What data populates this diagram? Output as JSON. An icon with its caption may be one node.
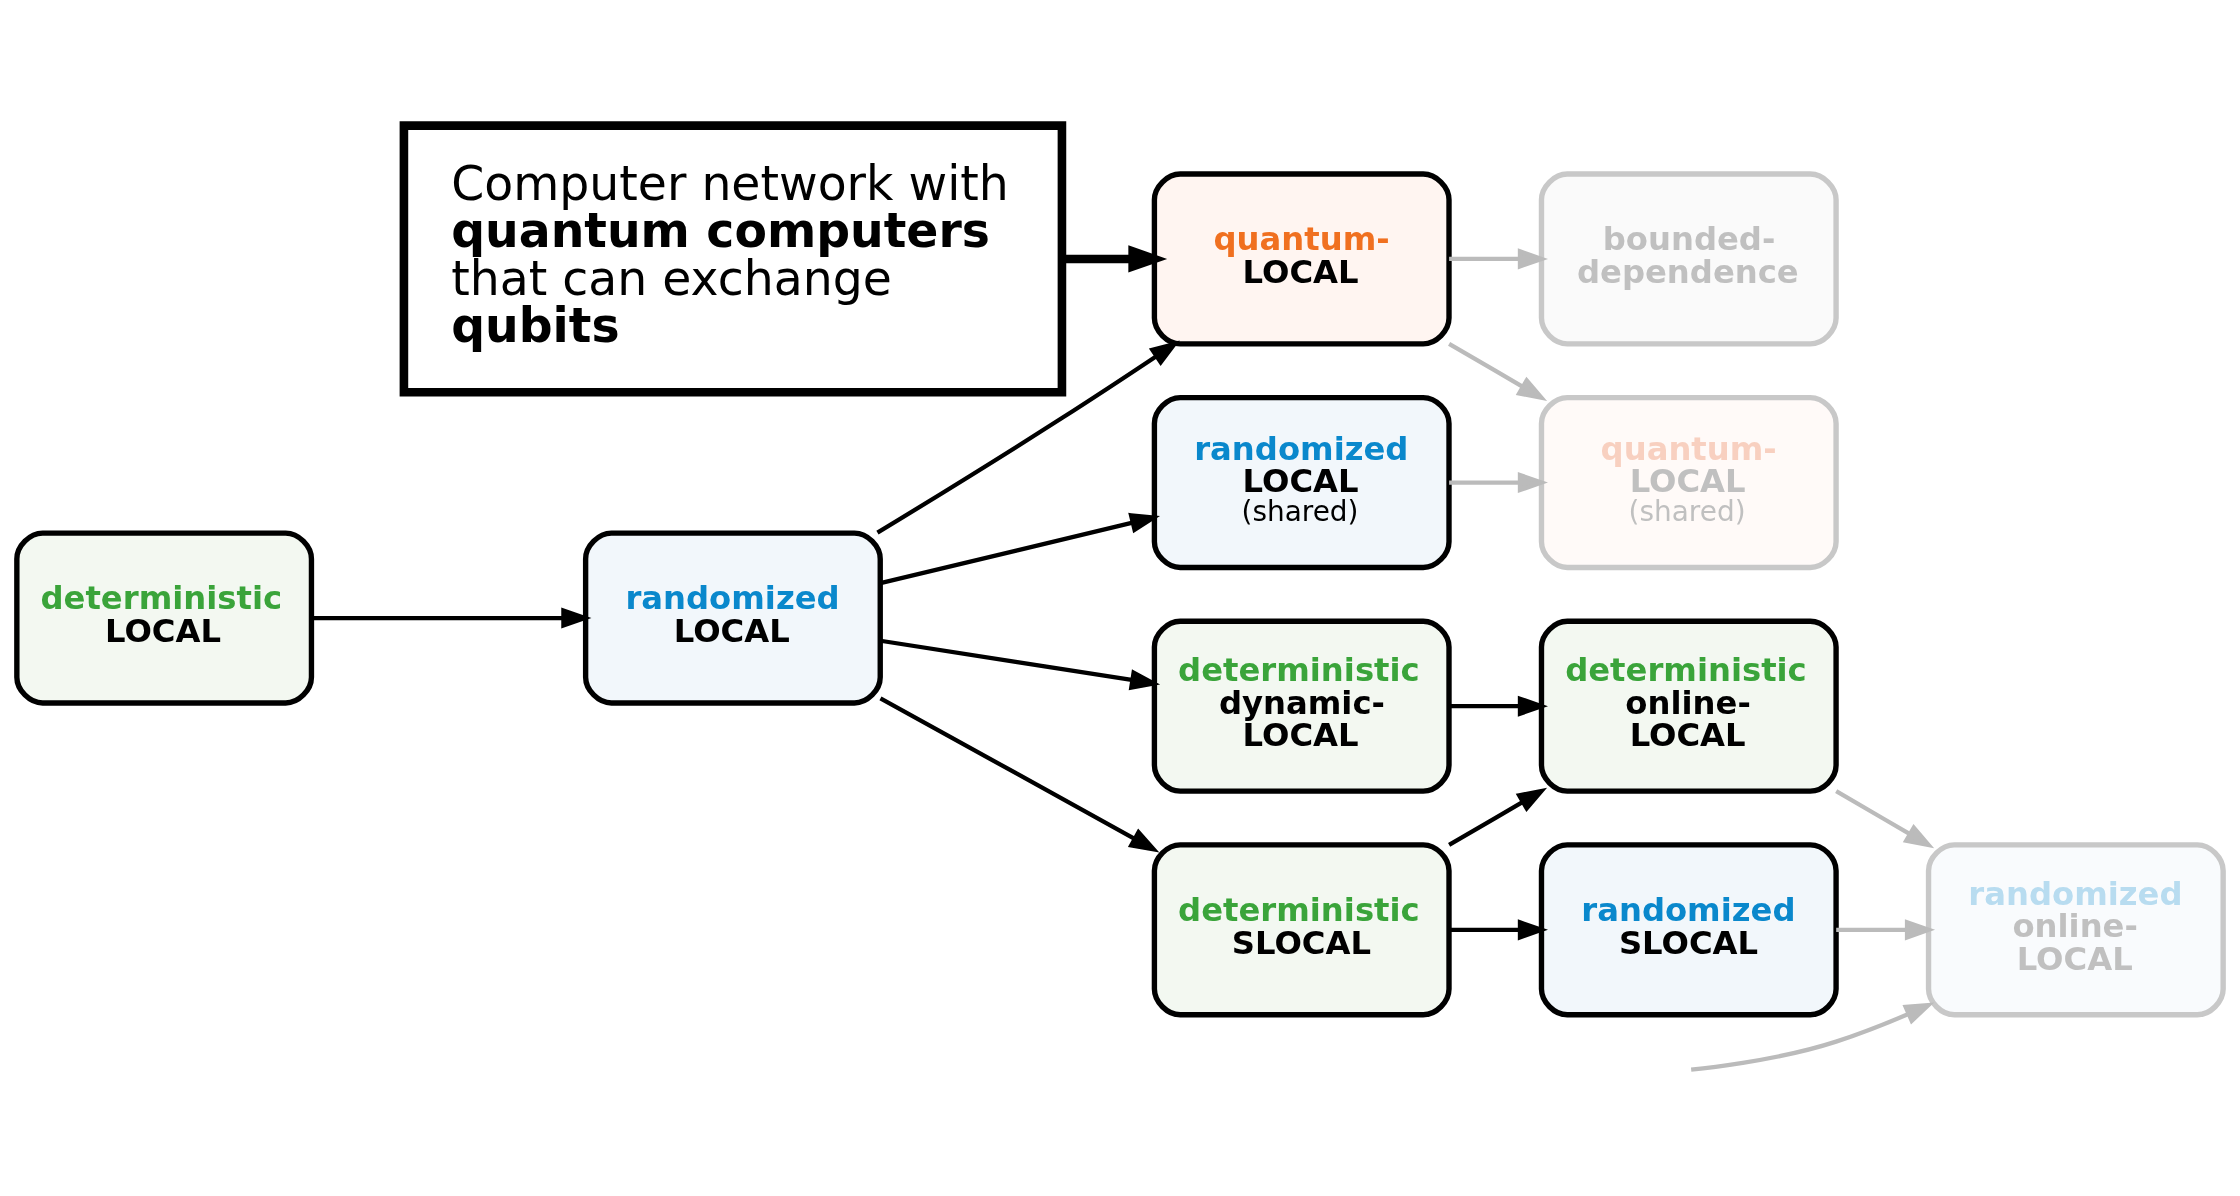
{
  "diagram": {
    "nodes": [
      {
        "text": [
          "deterministic",
          "LOCAL"
        ]
      },
      {
        "text": [
          "randomized",
          "LOCAL"
        ]
      },
      {
        "text": [
          "quantum-",
          "LOCAL"
        ]
      },
      {
        "text": [
          "bounded-",
          "dependence"
        ]
      },
      {
        "text": [
          "randomized",
          "LOCAL",
          "(shared)"
        ]
      },
      {
        "text": [
          "quantum-",
          "LOCAL",
          "(shared)"
        ]
      },
      {
        "text": [
          "deterministic",
          "dynamic-",
          "LOCAL"
        ]
      },
      {
        "text": [
          "deterministic",
          "SLOCAL"
        ]
      },
      {
        "text": [
          "deterministic",
          "online-",
          "LOCAL"
        ]
      },
      {
        "text": [
          "randomized",
          "SLOCAL"
        ]
      },
      {
        "text": [
          "randomized",
          "online-",
          "LOCAL"
        ]
      },
      {
        "text": [
          "Computer network with **quantum computers** that can exchange **qubits**"
        ]
      }
    ],
    "edges": [
      {
        "from": 0,
        "to": 1,
        "arrow": "to"
      },
      {
        "from": 1,
        "to": 2,
        "arrow": "to"
      },
      {
        "from": 1,
        "to": 4,
        "arrow": "to"
      },
      {
        "from": 1,
        "to": 6,
        "arrow": "to"
      },
      {
        "from": 1,
        "to": 7,
        "arrow": "to"
      },
      {
        "from": 2,
        "to": 3,
        "arrow": "to",
        "color": "#bbbbbb"
      },
      {
        "from": 2,
        "to": 5,
        "arrow": "to",
        "color": "#bbbbbb"
      },
      {
        "from": 4,
        "to": 5,
        "arrow": "to",
        "color": "#bbbbbb"
      },
      {
        "from": 6,
        "to": 8,
        "arrow": "to"
      },
      {
        "from": 7,
        "to": 8,
        "arrow": "to"
      },
      {
        "from": 7,
        "to": 9,
        "arrow": "to"
      },
      {
        "from": 8,
        "to": 10,
        "arrow": "to",
        "color": "#bbbbbb"
      },
      {
        "from": 9,
        "to": 10,
        "arrow": "to",
        "color": "#bbbbbb"
      },
      {
        "from": null,
        "to": 10,
        "arrow": "to",
        "color": "#bbbbbb"
      },
      {
        "from": 11,
        "to": 2,
        "arrow": "to",
        "style": "thick"
      }
    ]
  }
}
